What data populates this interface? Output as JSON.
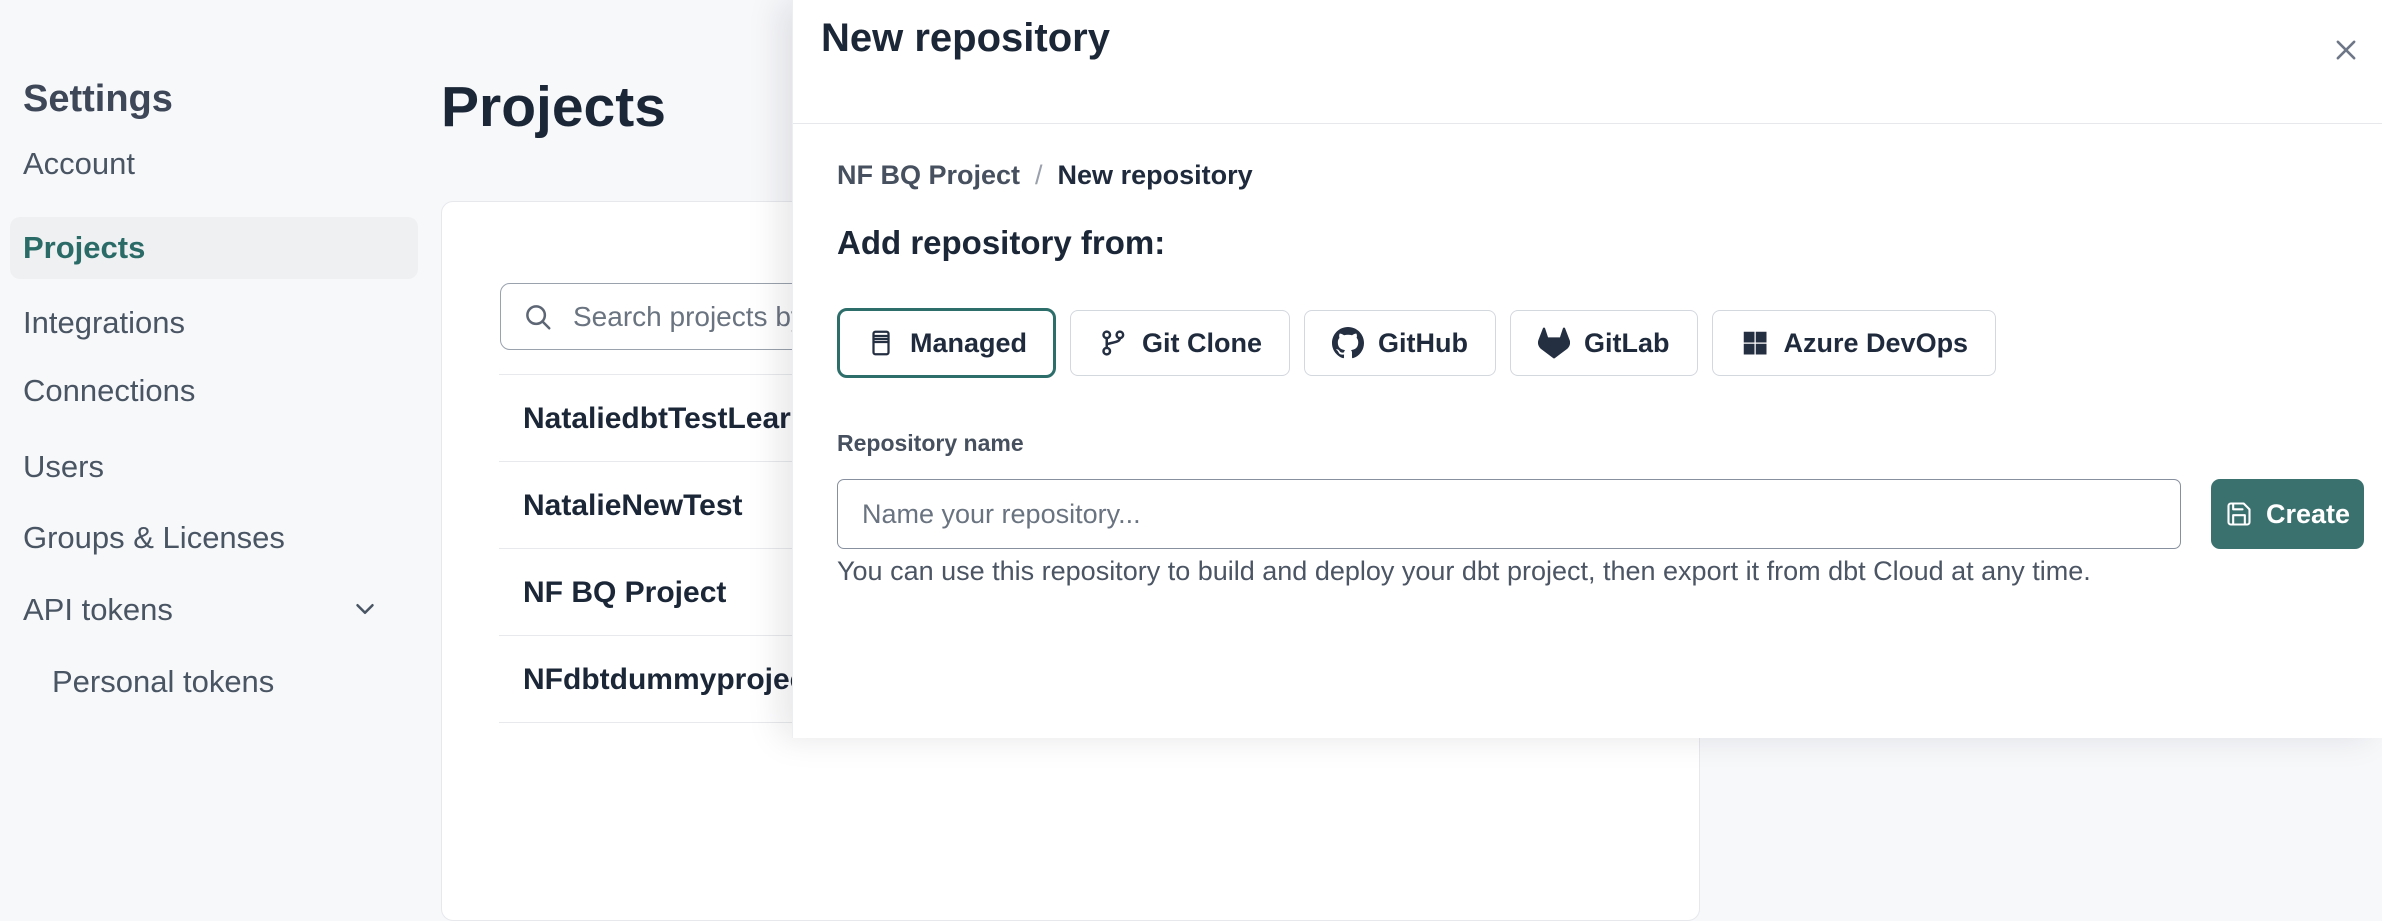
{
  "colors": {
    "accent_teal": "#2e6f6b",
    "heading_navy": "#1b2637",
    "body_slate": "#4a5564"
  },
  "sidebar": {
    "title": "Settings",
    "items": [
      {
        "label": "Account"
      },
      {
        "label": "Projects",
        "selected": true
      },
      {
        "label": "Integrations"
      },
      {
        "label": "Connections"
      },
      {
        "label": "Users"
      },
      {
        "label": "Groups & Licenses"
      },
      {
        "label": "API tokens",
        "expandable": true,
        "icon": "chevron-down-icon"
      },
      {
        "label": "Personal tokens",
        "indented": true
      }
    ]
  },
  "main": {
    "title": "Projects",
    "search": {
      "placeholder": "Search projects by name",
      "icon": "search-icon"
    },
    "projects": [
      {
        "name": "NataliedbtTestLearn T"
      },
      {
        "name": "NatalieNewTest"
      },
      {
        "name": "NF BQ Project"
      },
      {
        "name": "NFdbtdummyproject"
      }
    ]
  },
  "modal": {
    "title": "New repository",
    "close_icon": "close-icon",
    "breadcrumb": {
      "parent": "NF BQ Project",
      "separator": "/",
      "current": "New repository"
    },
    "section_heading": "Add repository from:",
    "source_buttons": [
      {
        "label": "Managed",
        "icon": "managed-repo-icon",
        "selected": true
      },
      {
        "label": "Git Clone",
        "icon": "git-branch-icon",
        "selected": false
      },
      {
        "label": "GitHub",
        "icon": "github-icon",
        "selected": false
      },
      {
        "label": "GitLab",
        "icon": "gitlab-icon",
        "selected": false
      },
      {
        "label": "Azure DevOps",
        "icon": "azure-devops-icon",
        "selected": false
      }
    ],
    "form": {
      "name_label": "Repository name",
      "name_placeholder": "Name your repository...",
      "create_label": "Create",
      "create_icon": "save-icon"
    },
    "helper_text": "You can use this repository to build and deploy your dbt project, then export it from dbt Cloud at any time."
  }
}
